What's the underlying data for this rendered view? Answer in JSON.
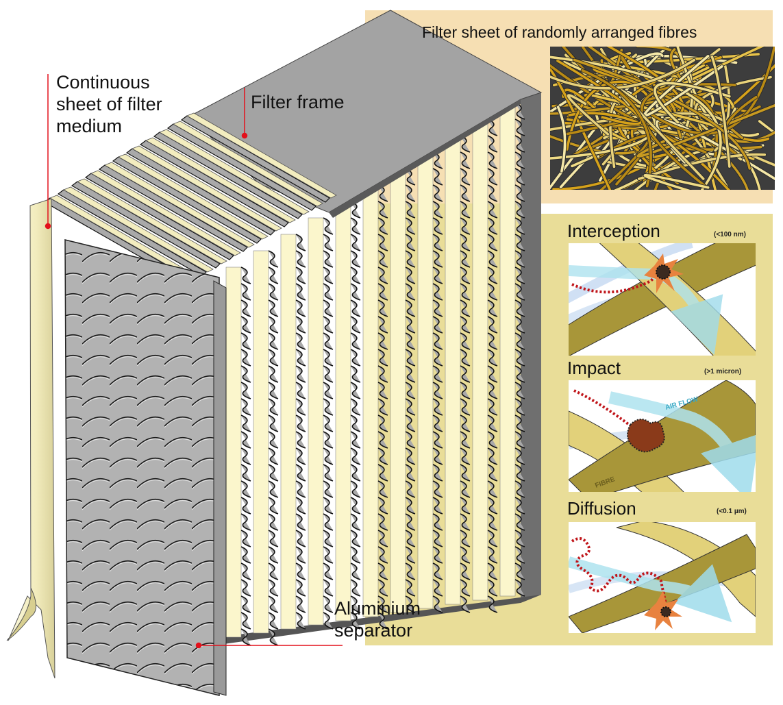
{
  "labels": {
    "medium": [
      "Continuous",
      "sheet of filter",
      "medium"
    ],
    "frame": "Filter frame",
    "separator": [
      "Aluminium",
      "separator"
    ],
    "fibre_sheet": "Filter sheet of randomly arranged fibres"
  },
  "mechanisms": [
    {
      "name": "Interception",
      "size": "(<100 nm)"
    },
    {
      "name": "Impact",
      "size": "(>1 micron)"
    },
    {
      "name": "Diffusion",
      "size": "(<0.1 µm)"
    }
  ],
  "annotations": {
    "air_flow": "AIR FLOW",
    "fibre": "FIBRE"
  },
  "colors": {
    "panel_top": "#f6dfb3",
    "panel_right": "#e9dd98",
    "medium": "#f5f0c4",
    "aluminium": "#a9a9a9",
    "frame": "#a3a3a3",
    "fibre_dark": "#a89639",
    "fibre_light": "#e2d17a",
    "airflow": "#aee3ef",
    "particle": "#8a3a1a",
    "path": "#c0151a",
    "leader": "#e3101b"
  }
}
